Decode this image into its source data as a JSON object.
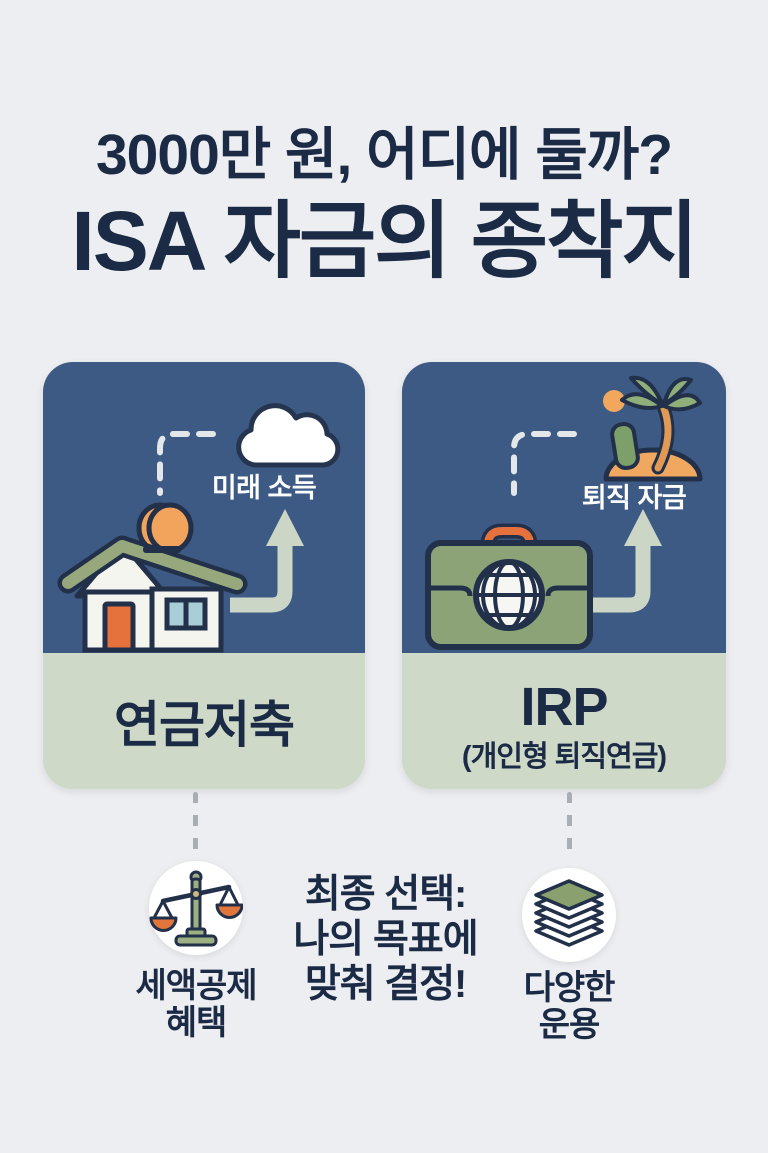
{
  "title": {
    "line1": "3000만 원, 어디에 둘까?",
    "line2": "ISA 자금의 종착지"
  },
  "cards": [
    {
      "bubble_label": "미래 소득",
      "name": "연금저축",
      "scene_icons": [
        "dashed-path",
        "cloud-icon",
        "house-coin-icon",
        "curved-up-arrow-icon"
      ]
    },
    {
      "bubble_label": "퇴직 자금",
      "name": "IRP",
      "subtitle": "(개인형 퇴직연금)",
      "scene_icons": [
        "dashed-path",
        "sun-icon",
        "palm-island-icon",
        "briefcase-globe-icon",
        "curved-up-arrow-icon"
      ]
    }
  ],
  "footer": {
    "left_feature": {
      "icon": "balance-scale-icon",
      "line1": "세액공제",
      "line2": "혜택"
    },
    "center_note": {
      "line1": "최종 선택:",
      "line2": "나의 목표에",
      "line3": "맞춰 결정!"
    },
    "right_feature": {
      "icon": "layers-icon",
      "line1": "다양한",
      "line2": "운용"
    }
  },
  "colors": {
    "background": "#edeef1",
    "navy_text": "#1b2a45",
    "card_blue": "#3d5a84",
    "card_green": "#cfd9c7",
    "outline_navy": "#22304a",
    "accent_orange": "#e5713c",
    "soft_orange": "#f2a75d",
    "sage_arrow": "#ccd6c6",
    "leaf_green": "#8fae79",
    "briefcase_green": "#8ba377"
  }
}
